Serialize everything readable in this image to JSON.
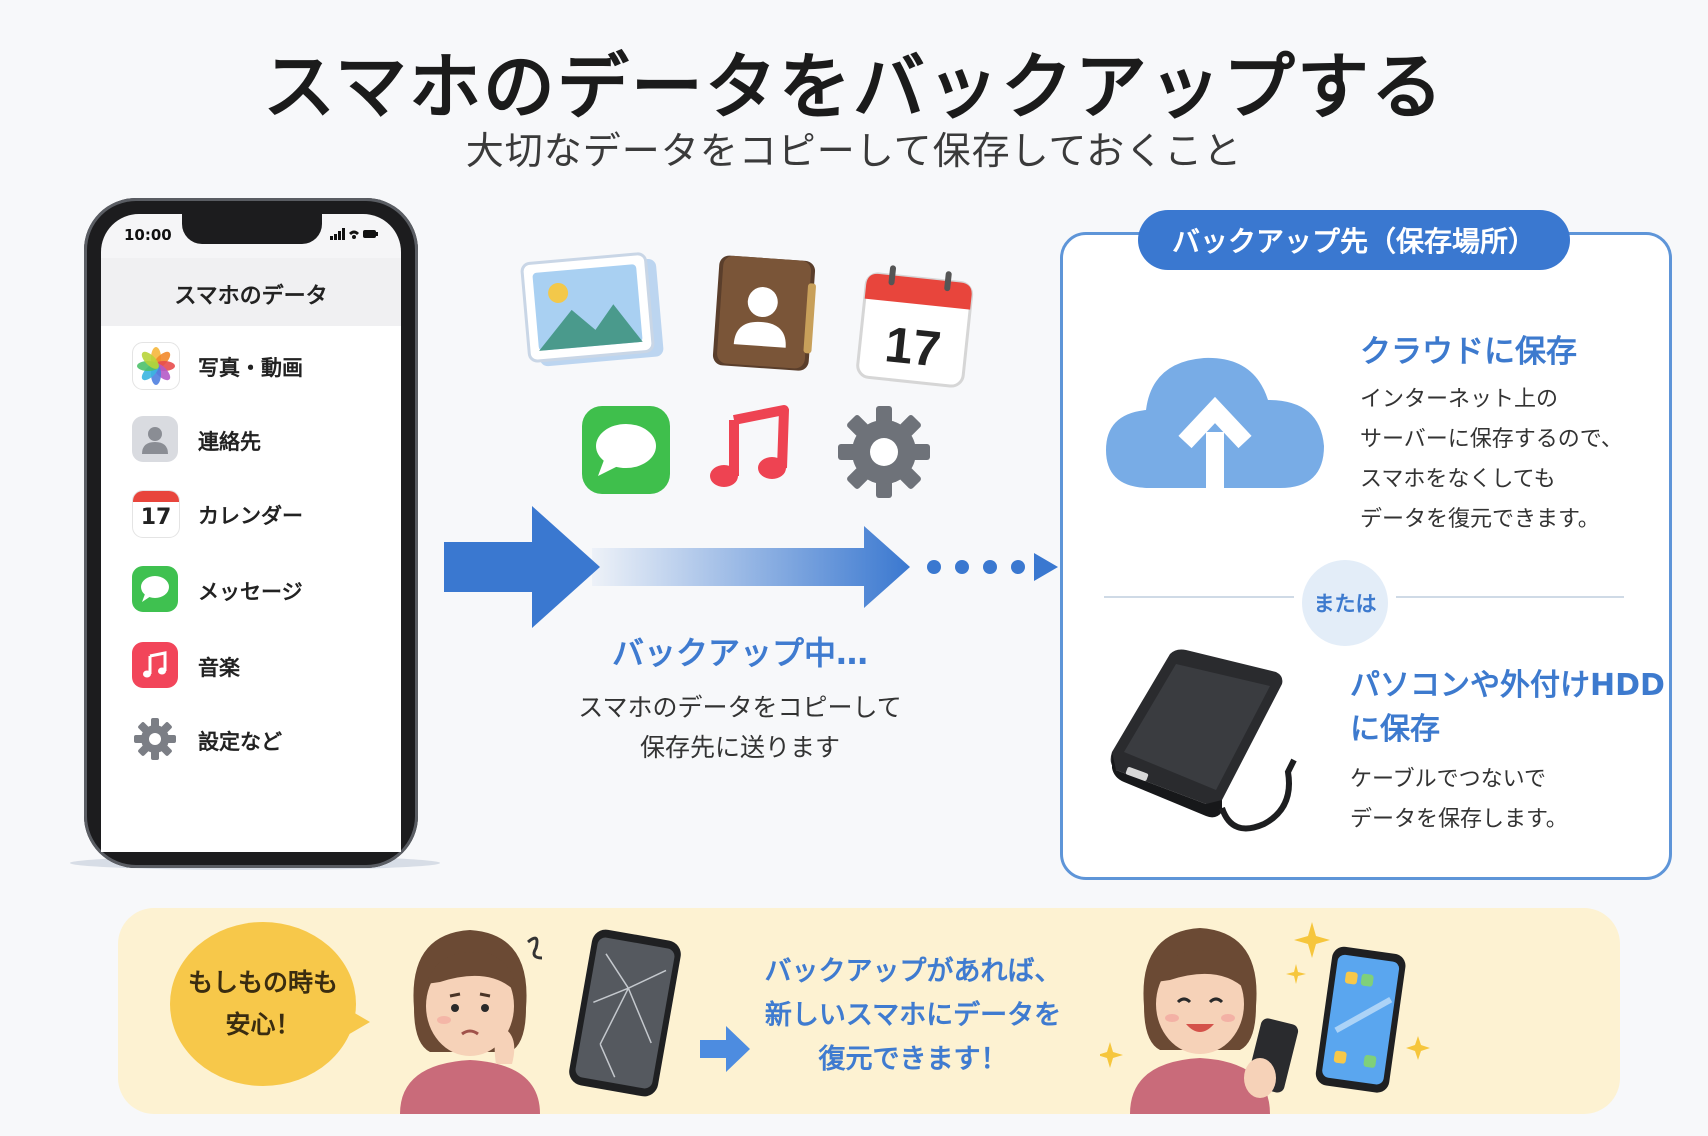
{
  "header": {
    "title": "スマホのデータをバックアップする",
    "subtitle": "大切なデータをコピーして保存しておくこと"
  },
  "phone": {
    "time": "10:00",
    "title": "スマホのデータ",
    "apps": [
      {
        "label": "写真・動画",
        "icon": "photos-icon"
      },
      {
        "label": "連絡先",
        "icon": "contacts-icon"
      },
      {
        "label": "カレンダー",
        "icon": "calendar-icon",
        "day": "17"
      },
      {
        "label": "メッセージ",
        "icon": "messages-icon"
      },
      {
        "label": "音楽",
        "icon": "music-icon"
      },
      {
        "label": "設定など",
        "icon": "settings-icon"
      }
    ]
  },
  "transfer": {
    "calendar_day": "17",
    "status": "バックアップ中…",
    "description_line1": "スマホのデータをコピーして",
    "description_line2": "保存先に送ります"
  },
  "destination": {
    "heading": "バックアップ先（保存場所）",
    "cloud": {
      "title": "クラウドに保存",
      "lines": [
        "インターネット上の",
        "サーバーに保存するので、",
        "スマホをなくしても",
        "データを復元できます。"
      ]
    },
    "or_label": "または",
    "hdd": {
      "title_line1": "パソコンや外付けHDD",
      "title_line2": "に保存",
      "lines": [
        "ケーブルでつないで",
        "データを保存します。"
      ]
    }
  },
  "banner": {
    "bubble_line1": "もしもの時も",
    "bubble_line2": "安心！",
    "message_line1": "バックアップがあれば、",
    "message_line2": "新しいスマホにデータを",
    "message_line3": "復元できます！"
  },
  "colors": {
    "accent": "#3a78d0",
    "accent_text": "#3f7bd0",
    "banner_bg": "#fdf2d2",
    "bubble": "#f7c84a"
  }
}
